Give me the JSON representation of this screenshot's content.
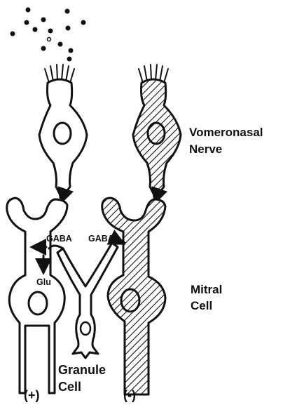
{
  "labels": {
    "vomeronasal_line1": "Vomeronasal",
    "vomeronasal_line2": "Nerve",
    "mitral_line1": "Mitral",
    "mitral_line2": "Cell",
    "granule_line1": "Granule",
    "granule_line2": "Cell",
    "gaba_left": "GABA",
    "gaba_right": "GABA",
    "glu": "Glu",
    "sign_plus": "(+)",
    "sign_minus": "(-)"
  }
}
